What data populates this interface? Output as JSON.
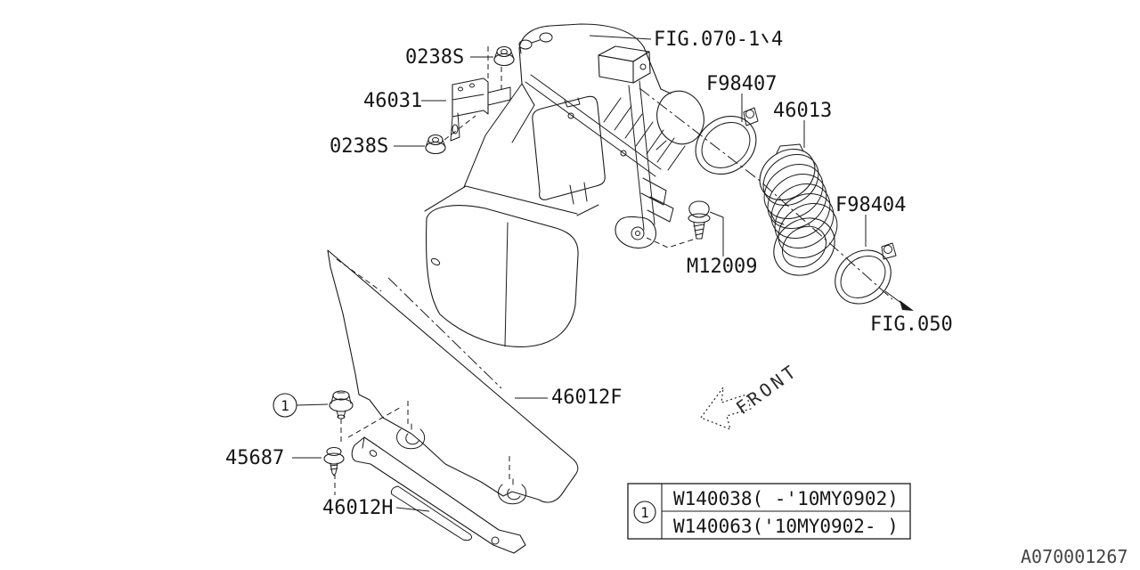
{
  "diagram": {
    "type": "parts-exploded-diagram",
    "subject": "air cleaner and air duct assembly",
    "drawing_number": "A070001267",
    "front_label": "FRONT",
    "line_color": "#1b1b1b",
    "background_color": "#ffffff",
    "labels": {
      "fig070_full": "FIG.070-1、4",
      "fig070_prefix": "FIG.070-1",
      "fig070_suffix": "4",
      "nut_top": "0238S",
      "bracket": "46031",
      "nut_bottom": "0238S",
      "clamp_upper": "F98407",
      "boot": "46013",
      "clamp_lower": "F98404",
      "bolt": "M12009",
      "fig050": "FIG.050",
      "duct_panel": "46012F",
      "duct_under": "46012H",
      "clip": "45687",
      "callout_1": "1"
    },
    "table": {
      "callout": "1",
      "rows": [
        "W140038( -'10MY0902)",
        "W140063('10MY0902- )"
      ]
    }
  }
}
